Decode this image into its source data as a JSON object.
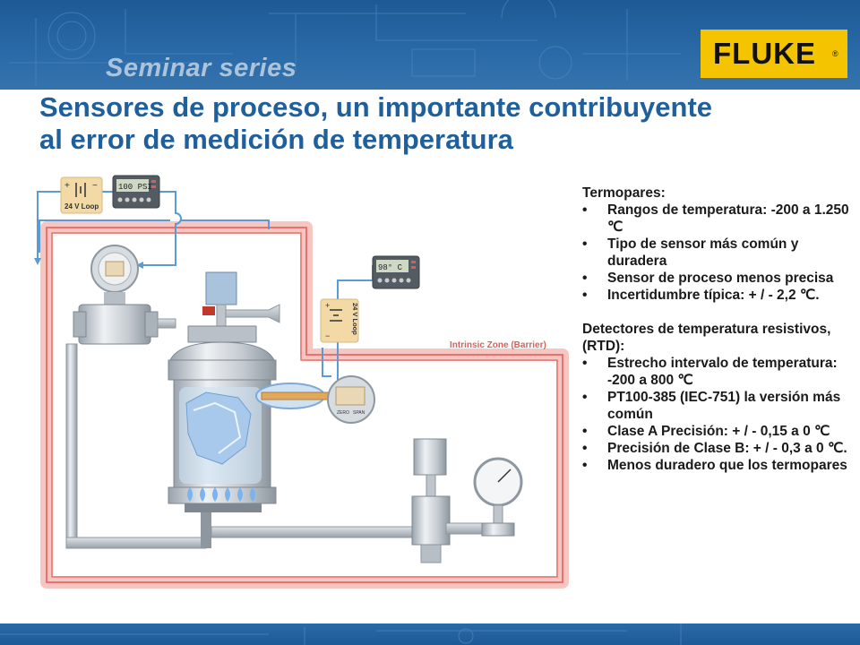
{
  "header": {
    "series_label": "Seminar series",
    "logo_text": "FLUKE",
    "logo_mark": "®"
  },
  "title": {
    "line1": "Sensores de proceso, un importante contribuyente",
    "line2": "al error de medición de temperatura"
  },
  "diagram": {
    "loop_label_1": "24 V Loop",
    "loop_label_2": "24 V Loop",
    "display_1": "100 PSI",
    "display_2": "98° C",
    "zone_label": "Intrinsic Zone (Barrier)",
    "zero_label": "ZERO",
    "span_label": "SPAN",
    "plus_sign": "+",
    "minus_sign": "−"
  },
  "thermocouples": {
    "heading": "Termopares:",
    "bullets": [
      "Rangos de temperatura: -200 a 1.250 ℃",
      "Tipo de sensor más común y duradera",
      "Sensor de proceso menos precisa",
      "Incertidumbre típica: + / - 2,2 ℃."
    ]
  },
  "rtd": {
    "heading": "Detectores de temperatura resistivos, (RTD):",
    "bullets": [
      "Estrecho intervalo de temperatura: -200 a 800 ℃",
      "PT100-385 (IEC-751) la versión más común",
      "Clase A Precisión: + / - 0,15 a 0 ℃",
      "Precisión de Clase B: + / - 0,3 a 0 ℃.",
      "Menos duradero que los termopares"
    ]
  },
  "colors": {
    "header_blue": "#1d5a95",
    "title_blue": "#1f5f9c",
    "fluke_yellow": "#f5c400",
    "loop_blue": "#5b9bd5",
    "zone_red": "#e8736e",
    "loop_box": "#f2d9a6"
  },
  "icons": [
    "process-tank-icon",
    "flame-icon",
    "pressure-gauge-icon",
    "valve-icon",
    "pressure-transmitter-icon",
    "temperature-transmitter-icon",
    "display-meter-icon",
    "battery-loop-icon"
  ]
}
